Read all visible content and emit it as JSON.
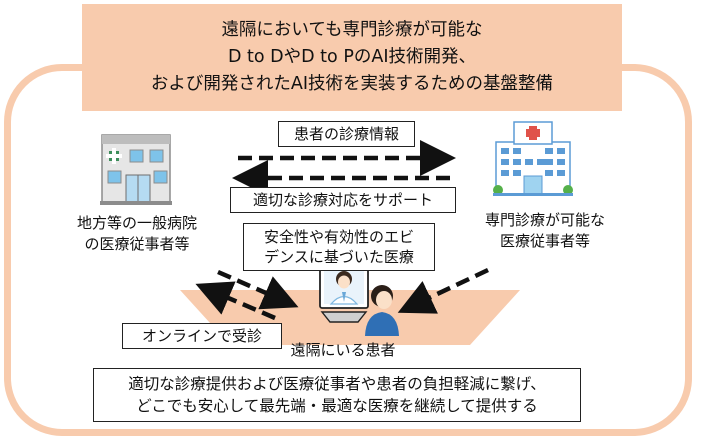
{
  "header": {
    "line1": "遠隔においても専門診療が可能な",
    "line2": "D to DやD to PのAI技術開発、",
    "line3": "および開発されたAI技術を実装するための基盤整備"
  },
  "flows": {
    "patient_info": "患者の診療情報",
    "support": "適切な診療対応をサポート",
    "evidence_line1": "安全性や有効性のエビ",
    "evidence_line2": "デンスに基づいた医療",
    "online": "オンラインで受診"
  },
  "nodes": {
    "local_line1": "地方等の一般病院",
    "local_line2": "の医療従事者等",
    "specialist_line1": "専門診療が可能な",
    "specialist_line2": "医療従事者等",
    "patient": "遠隔にいる患者"
  },
  "icons": {
    "local_hospital": "small-clinic-building-icon",
    "specialist_hospital": "large-hospital-building-icon",
    "telemedicine": "doctor-on-monitor-with-patient-icon"
  },
  "footer": {
    "line1": "適切な診療提供および医療従事者や患者の負担軽減に繋げ、",
    "line2": "どこでも安心して最先端・最適な医療を継続して提供する"
  },
  "colors": {
    "accent": "#f8cbad",
    "building_blue": "#5b9bd5"
  }
}
